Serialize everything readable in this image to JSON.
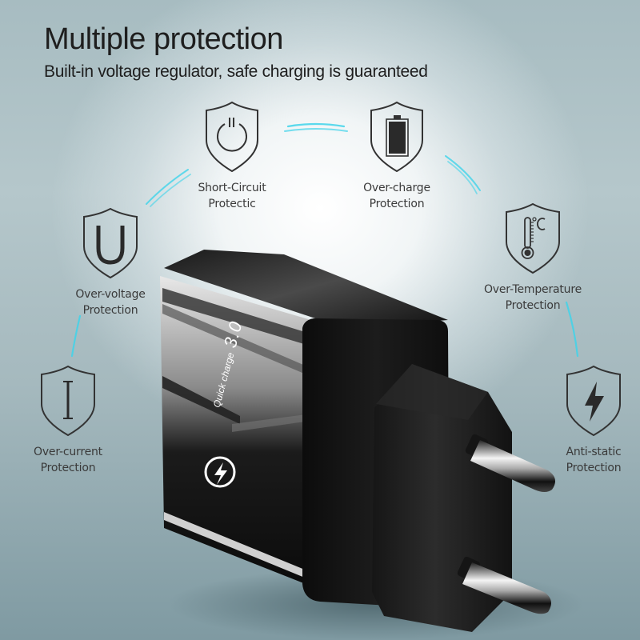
{
  "header": {
    "title": "Multiple protection",
    "subtitle": "Built-in voltage regulator, safe charging is guaranteed"
  },
  "features": [
    {
      "id": "short-circuit",
      "icon": "power-icon",
      "line1": "Short-Circuit",
      "line2": "Protectic"
    },
    {
      "id": "over-charge",
      "icon": "battery-icon",
      "line1": "Over-charge",
      "line2": "Protection"
    },
    {
      "id": "over-voltage",
      "icon": "letter-u-icon",
      "line1": "Over-voltage",
      "line2": "Protection"
    },
    {
      "id": "over-temperature",
      "icon": "thermometer-celsius-icon",
      "line1": "Over-Temperature",
      "line2": "Protection"
    },
    {
      "id": "over-current",
      "icon": "letter-i-icon",
      "line1": "Over-current",
      "line2": "Protection"
    },
    {
      "id": "anti-static",
      "icon": "lightning-bolt-icon",
      "line1": "Anti-static",
      "line2": "Protection"
    }
  ],
  "product": {
    "badge_small": "Quick charge",
    "badge_big": "3.0",
    "logo_icon": "quick-charge-bolt-icon",
    "plug_type": "EU 2-pin"
  },
  "colors": {
    "accent_arc": "#3fd3ea",
    "text": "#1e1e1e",
    "label": "#3a3a3a",
    "icon_stroke": "#333333",
    "charger_body": "#111111"
  }
}
